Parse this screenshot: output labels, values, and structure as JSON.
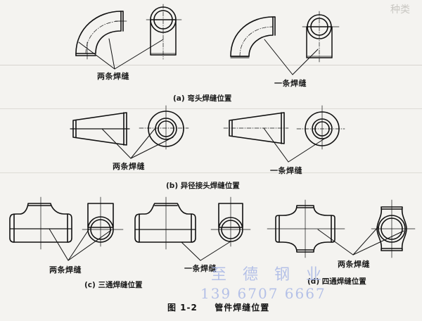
{
  "figure": {
    "caption_number": "图 1-2",
    "caption_title": "管件焊缝位置"
  },
  "panels": [
    {
      "id": "a",
      "caption": "(a) 弯头焊缝位置",
      "sub_figures": [
        {
          "part": "elbow",
          "label": "两条焊缝"
        },
        {
          "part": "elbow",
          "label": "一条焊缝"
        }
      ]
    },
    {
      "id": "b",
      "caption": "(b) 异径接头焊缝位置",
      "sub_figures": [
        {
          "part": "reducer",
          "label": "两条焊缝"
        },
        {
          "part": "reducer",
          "label": "一条焊缝"
        }
      ]
    },
    {
      "id": "c",
      "caption": "(c) 三通焊缝位置",
      "sub_figures": [
        {
          "part": "tee",
          "label": "两条焊缝"
        },
        {
          "part": "tee",
          "label": "一条焊缝"
        }
      ]
    },
    {
      "id": "d",
      "caption": "(d) 四通焊缝位置",
      "sub_figures": [
        {
          "part": "cross",
          "label": "两条焊缝"
        }
      ]
    }
  ],
  "watermark": {
    "company": "至 德 钢 业",
    "phone": "139 6707 6667"
  },
  "background_text": {
    "top_right_heading": "种类"
  },
  "colors": {
    "line": "#111111",
    "paper": "#f4f3f0",
    "watermark": "#a9b8e6"
  }
}
